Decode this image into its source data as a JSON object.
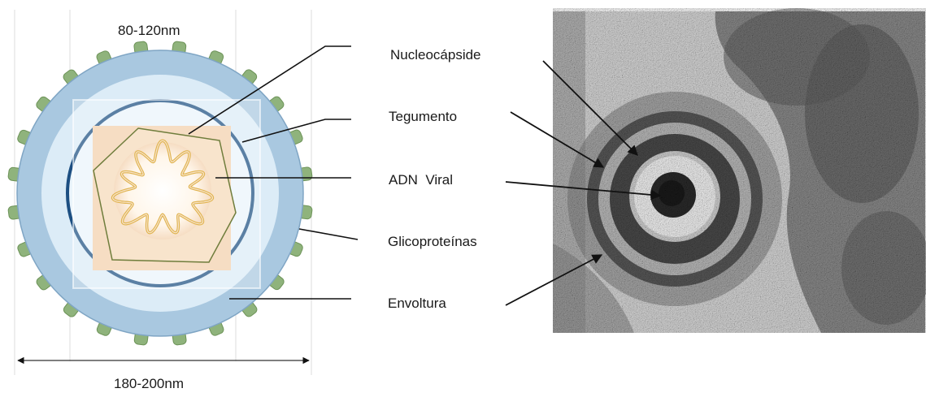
{
  "dimensions": {
    "inner_size": "80-120nm",
    "outer_size": "180-200nm"
  },
  "labels": {
    "nucleocapside": "Nucleocápside",
    "tegumento": "Tegumento",
    "adn_viral": "ADN  Viral",
    "glicoproteinas": "Glicoproteínas",
    "envoltura": "Envoltura"
  },
  "colors": {
    "glycoprotein": "#8fb37c",
    "envelope": "#a9c8e0",
    "tegument": "#d9eaf5",
    "membrane_ring": "#1d4f82",
    "nucleocapsid_fill": "#f6ddc3",
    "dna_strand": "#e0b450"
  }
}
